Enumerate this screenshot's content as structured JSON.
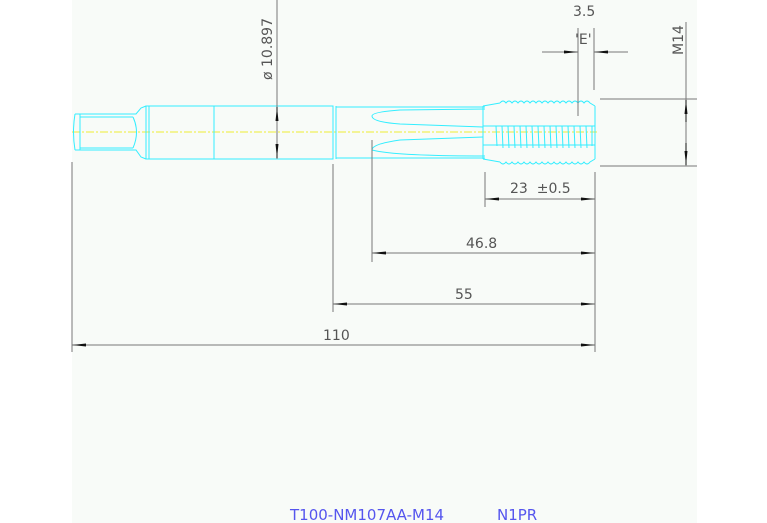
{
  "drawing": {
    "part_number": "T100-NM107AA-M14",
    "variant": "N1PR",
    "colors": {
      "outline": "#33eeff",
      "centerline": "#eeee33",
      "dimension": "#777777",
      "arrow": "#111111",
      "title": "#5555ee",
      "sheet_bg": "#f8fbf8"
    },
    "dimensions": {
      "shank_diameter": "ø 10.897",
      "thread_size": "M14",
      "e_label": "'E'",
      "e_value": "3.5",
      "thread_length": "23  ±0.5",
      "flute_length": "46.8",
      "neck_length": "55",
      "overall_length": "110"
    }
  }
}
